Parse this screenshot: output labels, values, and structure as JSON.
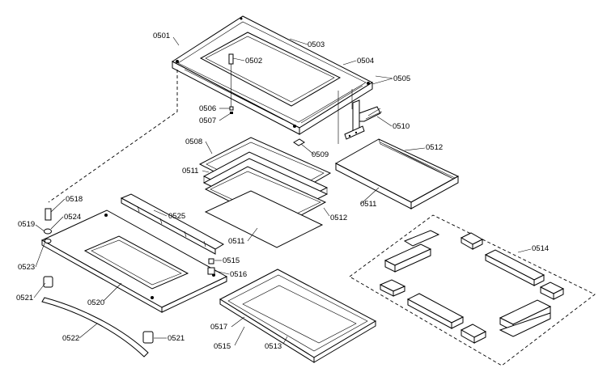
{
  "parts": {
    "p0501": "0501",
    "p0502": "0502",
    "p0503": "0503",
    "p0504": "0504",
    "p0505": "0505",
    "p0506": "0506",
    "p0507": "0507",
    "p0508": "0508",
    "p0509": "0509",
    "p0510": "0510",
    "p0511a": "0511",
    "p0511b": "0511",
    "p0511c": "0511",
    "p0512a": "0512",
    "p0512b": "0512",
    "p0513": "0513",
    "p0514": "0514",
    "p0515a": "0515",
    "p0515b": "0515",
    "p0516": "0516",
    "p0517": "0517",
    "p0518": "0518",
    "p0519": "0519",
    "p0520": "0520",
    "p0521a": "0521",
    "p0521b": "0521",
    "p0522": "0522",
    "p0523": "0523",
    "p0524": "0524",
    "p0525": "0525"
  }
}
